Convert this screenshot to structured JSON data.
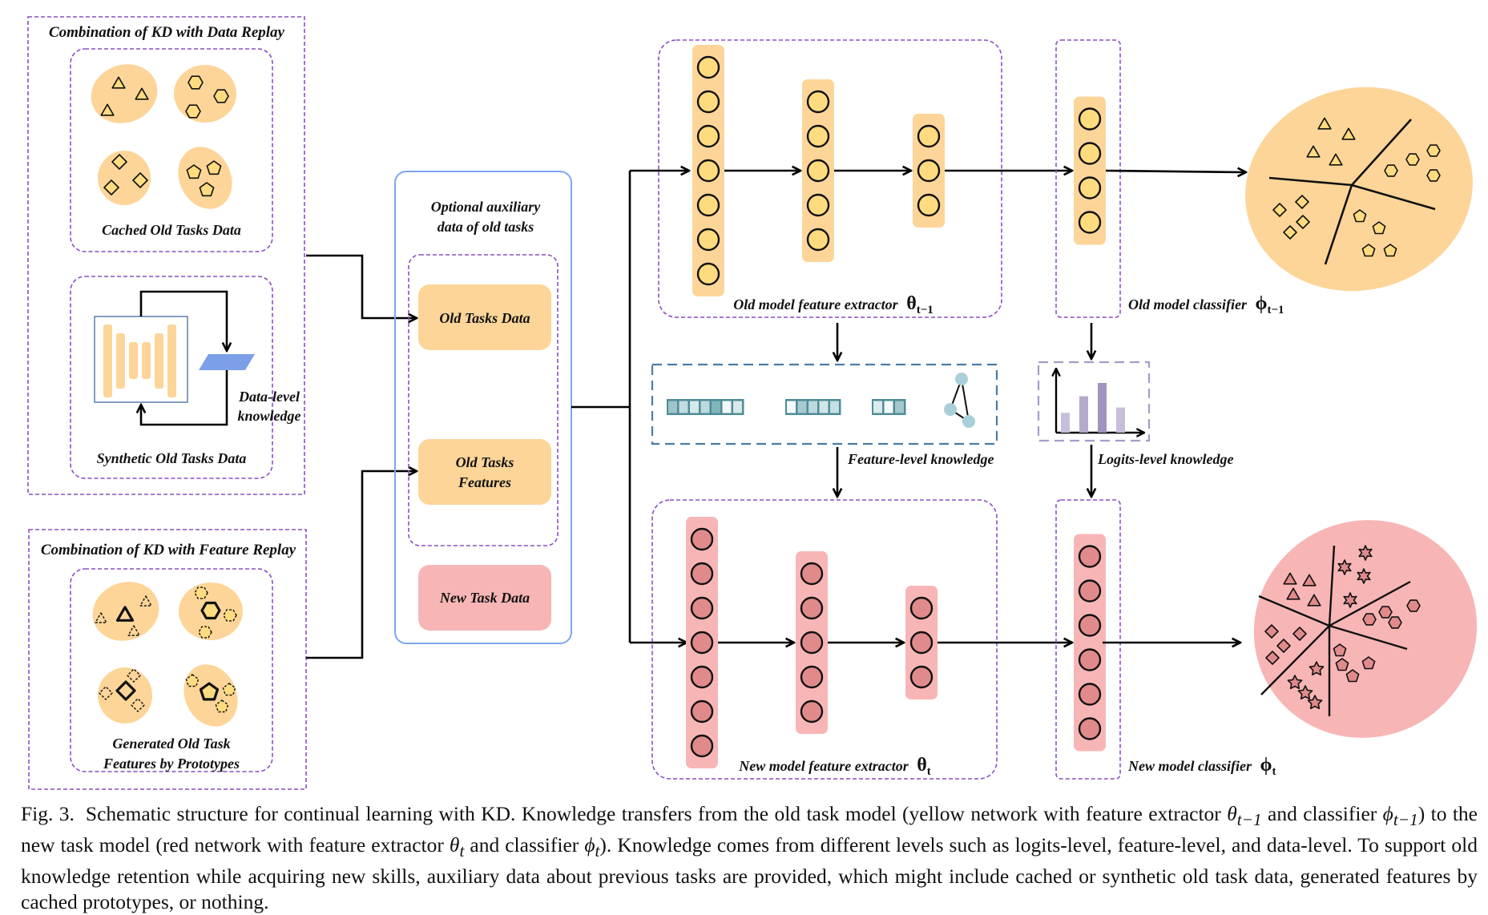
{
  "left_panels": {
    "data_replay": {
      "title": "Combination of KD with Data Replay",
      "cached_label": "Cached Old Tasks Data",
      "synthetic_label": "Synthetic Old Tasks Data",
      "data_level_label_line1": "Data-level",
      "data_level_label_line2": "knowledge"
    },
    "feature_replay": {
      "title": "Combination of KD with Feature Replay",
      "generated_label_line1": "Generated Old Task",
      "generated_label_line2": "Features by Prototypes"
    }
  },
  "aux_panel": {
    "title_line1": "Optional auxiliary",
    "title_line2": "data of old tasks",
    "old_tasks_data": "Old Tasks Data",
    "old_tasks_features_line1": "Old Tasks",
    "old_tasks_features_line2": "Features",
    "new_task_data": "New Task Data"
  },
  "old_model": {
    "extractor_label": "Old model feature extractor",
    "extractor_symbol": "θ",
    "extractor_sub": "t−1",
    "classifier_label": "Old model classifier",
    "classifier_symbol": "ϕ",
    "classifier_sub": "t−1",
    "layer_neurons": [
      7,
      5,
      3
    ],
    "classifier_neurons": 4
  },
  "new_model": {
    "extractor_label": "New model feature extractor",
    "extractor_symbol": "θ",
    "extractor_sub": "t",
    "classifier_label": "New model classifier",
    "classifier_symbol": "ϕ",
    "classifier_sub": "t",
    "layer_neurons": [
      7,
      5,
      3
    ],
    "classifier_neurons": 6
  },
  "knowledge": {
    "feature_level": "Feature-level knowledge",
    "logits_level": "Logits-level knowledge",
    "logit_bars": [
      0.3,
      0.55,
      0.75,
      0.38
    ]
  },
  "colors": {
    "old_fill": "#fdd598",
    "old_neuron": "#fedb7f",
    "new_fill": "#f7b6b5",
    "new_neuron": "#e08a8c",
    "dash_border": "#8a4fc4",
    "aux_border": "#7ea6ee",
    "feature_box_border": "#4a7ca5",
    "feature_cell": "#4e8d96",
    "logits_box_border": "#a89bc8",
    "logit_bar": "#b5a9cc",
    "generator_bg": "#7b9fe8"
  },
  "caption": {
    "fig_no": "Fig. 3.",
    "text_part1": "Schematic structure for continual learning with KD. Knowledge transfers from the old task model (yellow network with feature extractor ",
    "theta_old": "θ",
    "theta_old_sub": "t−1",
    "text_part2": " and classifier ",
    "phi_old": "ϕ",
    "phi_old_sub": "t−1",
    "text_part3": ") to the new task model (red network with feature extractor ",
    "theta_new": "θ",
    "theta_new_sub": "t",
    "text_part4": " and classifier ",
    "phi_new": "ϕ",
    "phi_new_sub": "t",
    "text_part5": "). Knowledge comes from different levels such as logits-level, feature-level, and data-level. To support old knowledge retention while acquiring new skills, auxiliary data about previous tasks are provided, which might include cached or synthetic old task data, generated features by cached prototypes, or nothing."
  }
}
